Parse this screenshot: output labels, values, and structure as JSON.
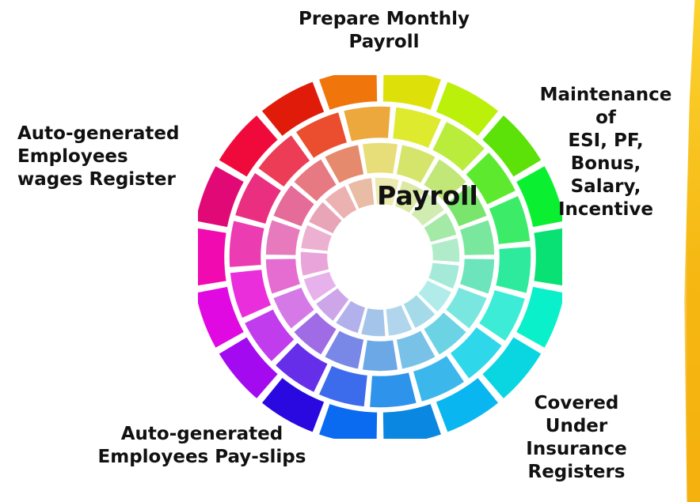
{
  "center_label": "Payroll",
  "labels": {
    "top": [
      "Prepare Monthly",
      "Payroll"
    ],
    "right": [
      "Maintenance",
      "of",
      "ESI, PF,",
      "Bonus,",
      "Salary,",
      "Incentive"
    ],
    "left": [
      "Auto-generated",
      "Employees",
      "wages Register"
    ],
    "bottom_left": [
      "Auto-generated",
      "Employees Pay-slips"
    ],
    "bottom_right": [
      "Covered",
      "Under",
      "Insurance",
      "Registers"
    ]
  },
  "wheel": {
    "hue_order": [
      "yellow",
      "green",
      "teal",
      "cyan",
      "blue",
      "purple",
      "magenta",
      "pink",
      "red",
      "orange"
    ],
    "ring_count": 4,
    "segment_count": 18
  },
  "colors": {
    "accent_strip": "#f6b712",
    "text": "#111111"
  }
}
